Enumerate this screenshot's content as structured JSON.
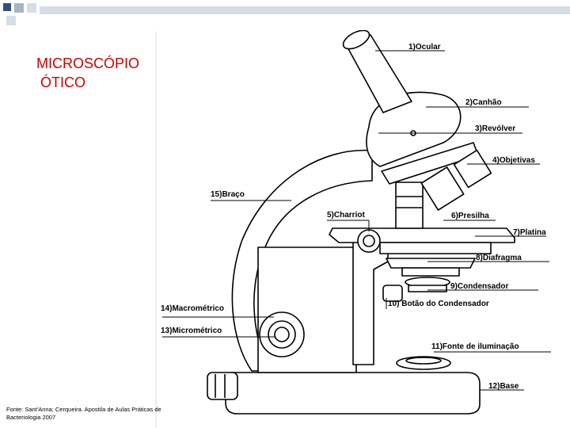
{
  "slide": {
    "title_line1": "MICROSCÓPIO",
    "title_line2": " ÓTICO",
    "title_color": "#cc0000",
    "source_line1": "Fonte: Sant'Anna; Cerqueira. Apostila de Aulas Práticas de",
    "source_line2": "Bacteriologia 2007"
  },
  "header": {
    "square_colors": [
      "#34507a",
      "#a7b4c8",
      "#d7dde7"
    ],
    "bar_color": "#d7dde7"
  },
  "labels": {
    "ocular": "1)Ocular",
    "canhao": "2)Canhão",
    "revolver": "3)Revólver",
    "objetivas": "4)Objetivas",
    "charriot": "5)Charriot",
    "presilha": "6)Presilha",
    "platina": "7)Platina",
    "diafragma": "8)Diafragma",
    "condensador": "9)Condensador",
    "botao_condensador": "10) Botão do Condensador",
    "fonte_iluminacao": "11)Fonte de iluminação",
    "base": "12)Base",
    "micrometrico": "13)Micrométrico",
    "macrometrico": "14)Macrométrico",
    "braco": "15)Braço"
  }
}
